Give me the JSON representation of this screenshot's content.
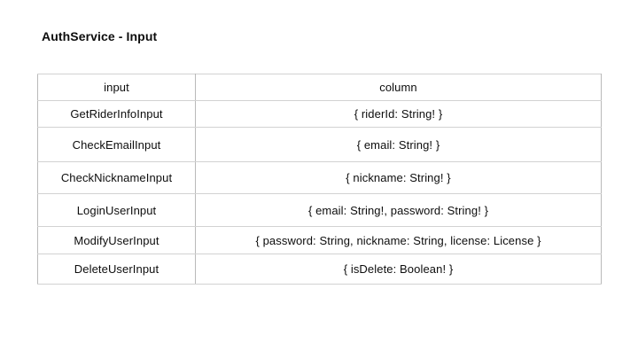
{
  "page": {
    "title": "AuthService - Input"
  },
  "colors": {
    "background": "#ffffff",
    "text": "#0d0d0d",
    "border_vertical": "#b9b9b9",
    "border_horizontal": "#d2d2d2"
  },
  "table": {
    "headers": {
      "input": "input",
      "column": "column"
    },
    "rows": [
      {
        "input": "GetRiderInfoInput",
        "column": "{ riderId: String! }"
      },
      {
        "input": "CheckEmailInput",
        "column": "{ email: String! }"
      },
      {
        "input": "CheckNicknameInput",
        "column": "{ nickname: String! }"
      },
      {
        "input": "LoginUserInput",
        "column": "{ email: String!, password: String! }"
      },
      {
        "input": "ModifyUserInput",
        "column": "{ password: String, nickname: String, license: License }"
      },
      {
        "input": "DeleteUserInput",
        "column": "{ isDelete: Boolean! }"
      }
    ]
  }
}
